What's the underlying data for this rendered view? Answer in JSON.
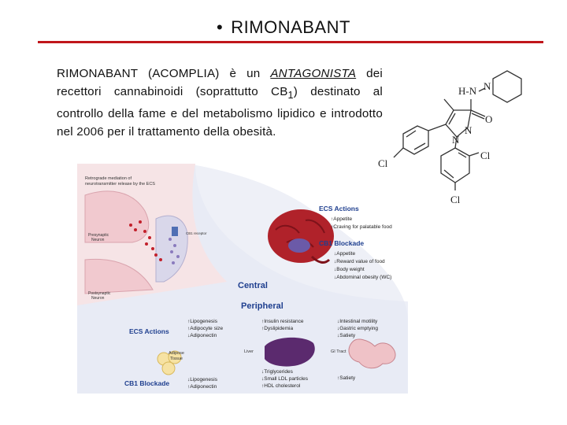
{
  "slide": {
    "bullet": "•",
    "title": "RIMONABANT",
    "text": {
      "lead": "RIMONABANT",
      "p1": " (ACOMPLIA) è un ",
      "antagonista": "ANTAGONISTA",
      "p2": " dei recettori cannabinoidi (soprattutto CB",
      "sub": "1",
      "p3": ") destinato al controllo della fame e del metabolismo lipidico e introdotto nel ",
      "year": "2006",
      "p4": " per il trattamento della obesità."
    }
  },
  "molecule": {
    "hn": "H-N",
    "n_pip": "N",
    "o": "O",
    "n1": "N",
    "n2": "N",
    "cl_left": "Cl",
    "cl_right": "Cl",
    "cl_bottom": "Cl"
  },
  "figure": {
    "synapse_title_1": "Retrograde mediation of",
    "synapse_title_2": "neurotransmitter release by the ECS",
    "presynaptic": "Presynaptic",
    "neuron": "Neuron",
    "postsynaptic": "Postsynaptic",
    "cb1_receptor": "CB1 receptor",
    "ecs_actions_top": "ECS Actions",
    "ecs_1": "↑Appetite",
    "ecs_2": "↑Craving for palatable food",
    "cb1_blockade_top": "CB1 Blockade",
    "cb_1": "↓Appetite",
    "cb_2": "↓Reward value of food",
    "cb_3": "↓Body weight",
    "cb_4": "↓Abdominal obesity (WC)",
    "central": "Central",
    "peripheral": "Peripheral",
    "ecs_actions_left": "ECS Actions",
    "cb1_blockade_left": "CB1 Blockade",
    "adipose": "Adipose",
    "tissue": "Tissue",
    "liver": "Liver",
    "gi_tract": "GI Tract",
    "a_ecs_1": "↑Lipogenesis",
    "a_ecs_2": "↑Adipocyte size",
    "a_ecs_3": "↓Adiponectin",
    "a_cb_1": "↓Lipogenesis",
    "a_cb_2": "↑Adiponectin",
    "l_ecs_1": "↑Insulin resistance",
    "l_ecs_2": "↑Dyslipidemia",
    "l_cb_1": "↓Triglycerides",
    "l_cb_2": "↓Small LDL particles",
    "l_cb_3": "↑HDL cholesterol",
    "g_ecs_1": "↓Intestinal motility",
    "g_ecs_2": "↓Gastric emptying",
    "g_ecs_3": "↓Satiety",
    "g_cb_1": "↑Satiety"
  },
  "colors": {
    "accent_rule": "#c0161b",
    "figure_blue": "#1f3f8f",
    "brain": "#b0222a",
    "liver": "#5b2a6e"
  }
}
